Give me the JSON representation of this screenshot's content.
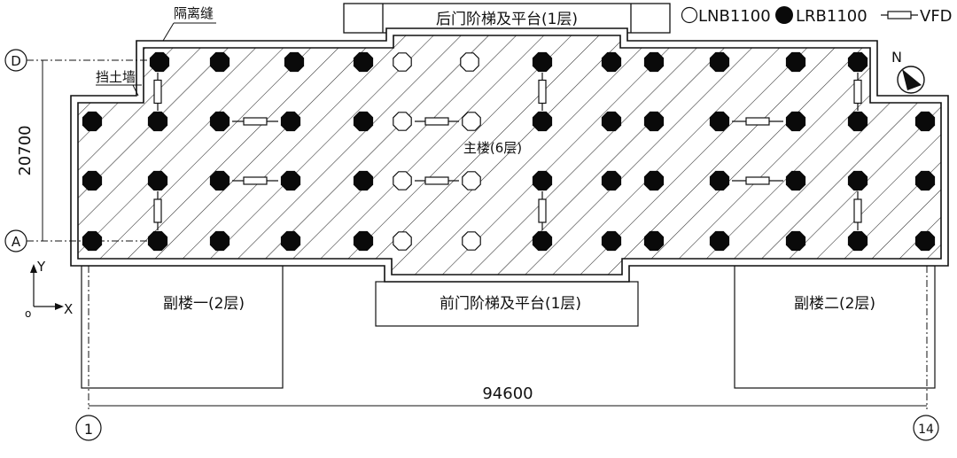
{
  "labels": {
    "rear_stair": "后门阶梯及平台(1层)",
    "front_stair": "前门阶梯及平台(1层)",
    "main_building": "主楼(6层)",
    "annex_one": "副楼一(2层)",
    "annex_two": "副楼二(2层)",
    "isolation_gap": "隔离缝",
    "retaining_wall": "挡土墙"
  },
  "legend": {
    "lnb": "LNB1100",
    "lrb": "LRB1100",
    "vfd": "VFD"
  },
  "dimensions": {
    "width": "94600",
    "depth": "20700"
  },
  "axes": {
    "grid_d": "D",
    "grid_a": "A",
    "grid_1": "1",
    "grid_14": "14",
    "y": "Y",
    "x": "X",
    "origin": "o",
    "north": "N"
  },
  "colors": {
    "line": "#111111",
    "hatch": "#2a2a2a",
    "bearing_fill": "#0a0a0a"
  }
}
